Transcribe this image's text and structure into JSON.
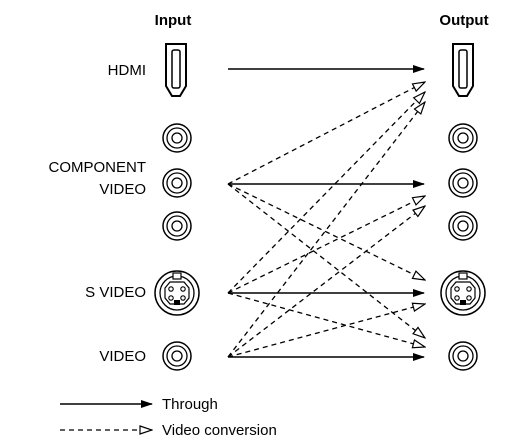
{
  "headers": {
    "input": "Input",
    "output": "Output"
  },
  "inputs": {
    "hdmi": "HDMI",
    "component_line1": "COMPONENT",
    "component_line2": "VIDEO",
    "svideo": "S VIDEO",
    "video": "VIDEO"
  },
  "legend": {
    "through": "Through",
    "conversion": "Video conversion"
  },
  "connections": {
    "through": [
      [
        "HDMI",
        "HDMI"
      ],
      [
        "COMPONENT VIDEO",
        "COMPONENT VIDEO"
      ],
      [
        "S VIDEO",
        "S VIDEO"
      ],
      [
        "VIDEO",
        "VIDEO"
      ]
    ],
    "conversion": [
      [
        "COMPONENT VIDEO",
        "HDMI"
      ],
      [
        "S VIDEO",
        "HDMI"
      ],
      [
        "VIDEO",
        "HDMI"
      ],
      [
        "S VIDEO",
        "COMPONENT VIDEO"
      ],
      [
        "VIDEO",
        "COMPONENT VIDEO"
      ],
      [
        "COMPONENT VIDEO",
        "S VIDEO"
      ],
      [
        "VIDEO",
        "S VIDEO"
      ],
      [
        "COMPONENT VIDEO",
        "VIDEO"
      ],
      [
        "S VIDEO",
        "VIDEO"
      ]
    ]
  }
}
